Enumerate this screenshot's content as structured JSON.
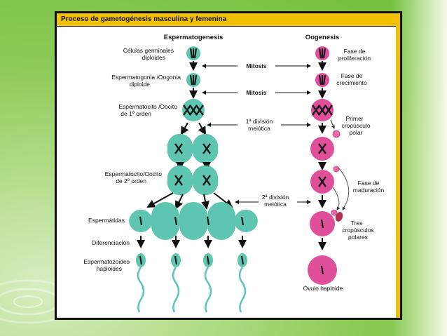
{
  "title": "Proceso de gametogénesis masculina y femenina",
  "headers": {
    "spermatogenesis": "Espermatogenesis",
    "oogenesis": "Oogenesis"
  },
  "left_labels": {
    "germ_1": "Células germinales",
    "germ_2": "diploides",
    "spermatogonia_1": "Espermatogonia /Oogonia",
    "spermatogonia_2": "diploide",
    "primary_1": "Espermatocito /Oocito",
    "primary_2": "de 1º orden",
    "secondary_1": "Espermatocito/Oocito",
    "secondary_2": "de 2º orden",
    "spermatids": "Espermátidas",
    "differentiation": "Diferenciación",
    "spermatozoa_1": "Espermatozoides",
    "spermatozoa_2": "haploides"
  },
  "center_labels": {
    "mitosis_1": "Mitosis",
    "mitosis_2": "Mitosis",
    "meiosis1_1": "1ª división",
    "meiosis1_2": "meiótica",
    "meiosis2_1": "2ª división",
    "meiosis2_2": "meiótica"
  },
  "right_labels": {
    "proliferation_1": "Fase de",
    "proliferation_2": "proliferación",
    "growth_1": "Fase de",
    "growth_2": "crecimiento",
    "first_polar_1": "Primer",
    "first_polar_2": "cropúsculo",
    "first_polar_3": "polar",
    "maturation_1": "Fase de",
    "maturation_2": "maduración",
    "three_polar_1": "Tres",
    "three_polar_2": "cropúsculos",
    "three_polar_3": "polares",
    "ovule": "Óvulo haploide"
  },
  "colors": {
    "male_cell": "#5ec6b0",
    "female_cell": "#e0509a",
    "polar_body": "#e66aa8",
    "chromosome": "#1a1a1a",
    "frame_accent": "#f2c200"
  }
}
